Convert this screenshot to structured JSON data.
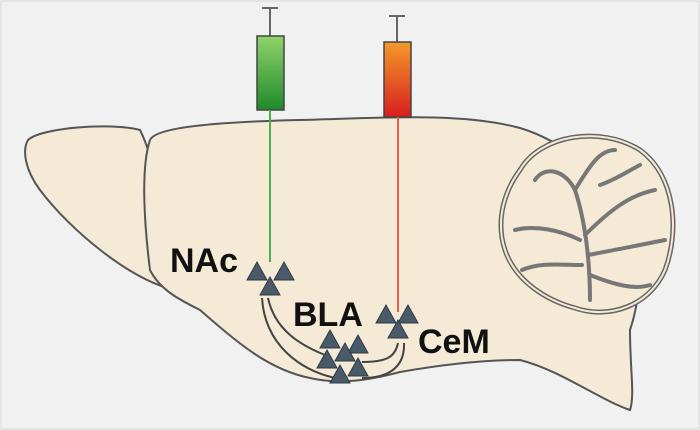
{
  "labels": {
    "nac": "NAc",
    "bla": "BLA",
    "cem": "CeM"
  },
  "colors": {
    "background": "#f1f1f1",
    "brain_fill": "#f5ead6",
    "outline": "#555555",
    "neuron": "#4a5a68",
    "green_syringe": "#3aa63a",
    "red_syringe": "#e04a1e",
    "green_fiber": "#4cb050",
    "red_fiber": "#e8604a"
  }
}
